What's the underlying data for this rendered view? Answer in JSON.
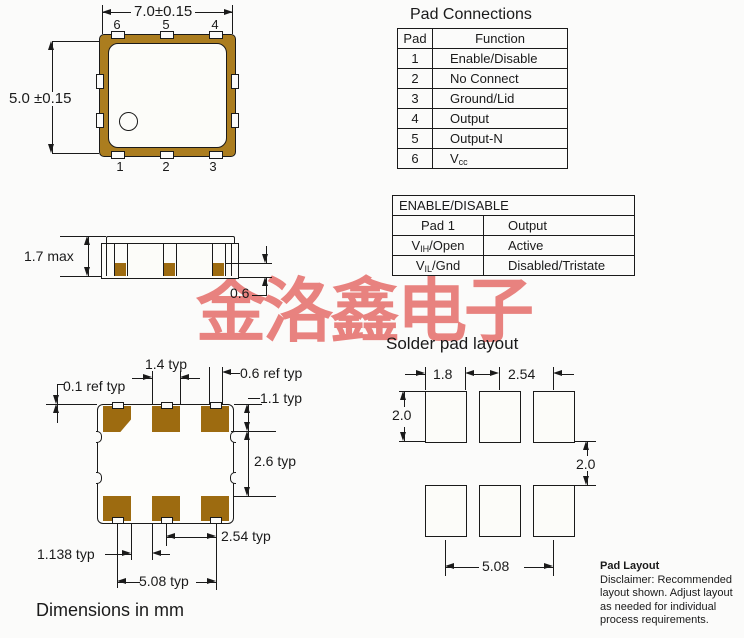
{
  "watermark": {
    "text": "金洛鑫电子",
    "color": "#e8827f"
  },
  "top_view": {
    "width_dim": "7.0±0.15",
    "height_dim": "5.0 ±0.15",
    "top_pins": [
      "6",
      "5",
      "4"
    ],
    "bottom_pins": [
      "1",
      "2",
      "3"
    ]
  },
  "side_view": {
    "height_dim": "1.7 max",
    "pad_height_dim": "0.6"
  },
  "pad_connections": {
    "title": "Pad Connections",
    "headers": {
      "pad": "Pad",
      "function": "Function"
    },
    "rows": [
      {
        "pad": "1",
        "fn": "Enable/Disable",
        "fn_sub": "",
        "fn_post": ""
      },
      {
        "pad": "2",
        "fn": "No Connect",
        "fn_sub": "",
        "fn_post": ""
      },
      {
        "pad": "3",
        "fn": "Ground/Lid",
        "fn_sub": "",
        "fn_post": ""
      },
      {
        "pad": "4",
        "fn": "Output",
        "fn_sub": "",
        "fn_post": ""
      },
      {
        "pad": "5",
        "fn": "Output-N",
        "fn_sub": "",
        "fn_post": ""
      },
      {
        "pad": "6",
        "fn": "V",
        "fn_sub": "cc",
        "fn_post": ""
      }
    ]
  },
  "enable_disable": {
    "title": "ENABLE/DISABLE",
    "rows": [
      {
        "c1": "Pad 1",
        "c1_sub": "",
        "c1_post": "",
        "c2": "Output"
      },
      {
        "c1": "V",
        "c1_sub": "IH",
        "c1_post": "/Open",
        "c2": "Active"
      },
      {
        "c1": "V",
        "c1_sub": "IL",
        "c1_post": "/Gnd",
        "c2": "Disabled/Tristate"
      }
    ]
  },
  "bottom_view": {
    "dims": {
      "edge_offset": "0.1 ref typ",
      "pad_width": "1.4 typ",
      "notch_ref": "0.6 ref typ",
      "pad_height": "1.1 typ",
      "row_gap": "2.6 typ",
      "pitch": "2.54 typ",
      "pad_gap": "1.138 typ",
      "span": "5.08 typ"
    }
  },
  "solder_layout": {
    "title": "Solder pad layout",
    "dims": {
      "pad_width": "1.8",
      "pitch": "2.54",
      "pad_height": "2.0",
      "row_gap": "2.0",
      "span": "5.08"
    }
  },
  "footer": {
    "units_note": "Dimensions in mm"
  },
  "disclaimer": {
    "title": "Pad Layout",
    "body_lines": [
      "Disclaimer: Recommended",
      "layout shown. Adjust layout",
      "as needed for individual",
      "process requirements."
    ]
  },
  "colors": {
    "pad_brown": "#9d6b10",
    "package_ring_brown": "#ab7d1f",
    "line": "#1a1a1a",
    "watermark_pink": "#e8827f",
    "background": "#fbfbfa"
  }
}
